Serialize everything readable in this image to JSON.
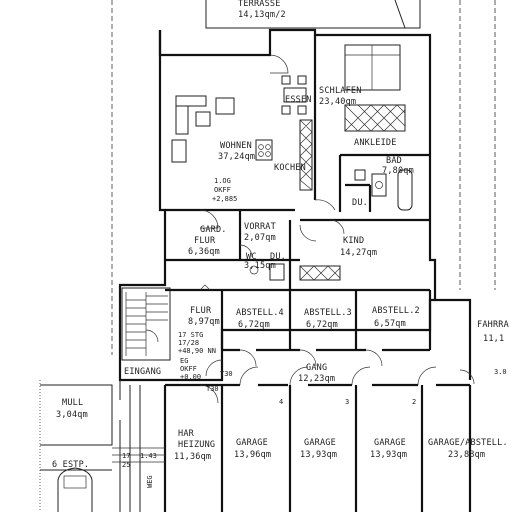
{
  "rooms": {
    "terrasse": {
      "name": "TERRASSE",
      "area": "14,13qm/2"
    },
    "schlafen": {
      "name": "SCHLAFEN",
      "area": "23,40qm"
    },
    "essen": {
      "name": "ESSEN"
    },
    "ankleide": {
      "name": "ANKLEIDE"
    },
    "wohnen": {
      "name": "WOHNEN",
      "area": "37,24qm"
    },
    "kochen": {
      "name": "KOCHEN"
    },
    "bad": {
      "name": "BAD",
      "area": "7,80qm"
    },
    "du_bad": {
      "name": "DU."
    },
    "gard_flur": {
      "name": "GARD.",
      "name2": "FLUR",
      "area": "6,36qm"
    },
    "vorrat": {
      "name": "VORRAT",
      "area": "2,07qm"
    },
    "wc": {
      "name": "WC",
      "area": "3,15qm"
    },
    "du_wc": {
      "name": "DU."
    },
    "kind": {
      "name": "KIND",
      "area": "14,27qm"
    },
    "flur": {
      "name": "FLUR",
      "area": "8,97qm"
    },
    "abstell4": {
      "name": "ABSTELL.4",
      "area": "6,72qm"
    },
    "abstell3": {
      "name": "ABSTELL.3",
      "area": "6,72qm"
    },
    "abstell2": {
      "name": "ABSTELL.2",
      "area": "6,57qm"
    },
    "fahrrad": {
      "name": "FAHRRA",
      "area": "11,1"
    },
    "gang": {
      "name": "GANG",
      "area": "12,23qm"
    },
    "muell": {
      "name": "MULL",
      "area": "3,04qm"
    },
    "har_heizung": {
      "name": "HAR",
      "name2": "HEIZUNG",
      "area": "11,36qm"
    },
    "garage1": {
      "name": "GARAGE",
      "area": "13,96qm"
    },
    "garage2": {
      "name": "GARAGE",
      "area": "13,93qm"
    },
    "garage3": {
      "name": "GARAGE",
      "area": "13,93qm"
    },
    "garage4": {
      "name": "GARAGE/ABSTELL.",
      "area": "23,88qm"
    }
  },
  "annotations": {
    "og_level": {
      "l1": "1.OG",
      "l2": "OKFF",
      "l3": "+2,885"
    },
    "stairs": {
      "l1": "17 STG",
      "l2": "17/28",
      "l3": "+48,90 NN"
    },
    "eg_level": {
      "l1": "EG",
      "l2": "OKFF",
      "l3": "+0,00"
    },
    "eingang": "EINGANG",
    "t30_a": "T30",
    "t30_b": "T30",
    "estp": "6 ESTP.",
    "weg": "WEG",
    "dim1": "1.43",
    "dim2": "17",
    "dim3": "25",
    "garage_no_4": "4",
    "garage_no_3": "3",
    "garage_no_2": "2",
    "c30": "3.0"
  }
}
